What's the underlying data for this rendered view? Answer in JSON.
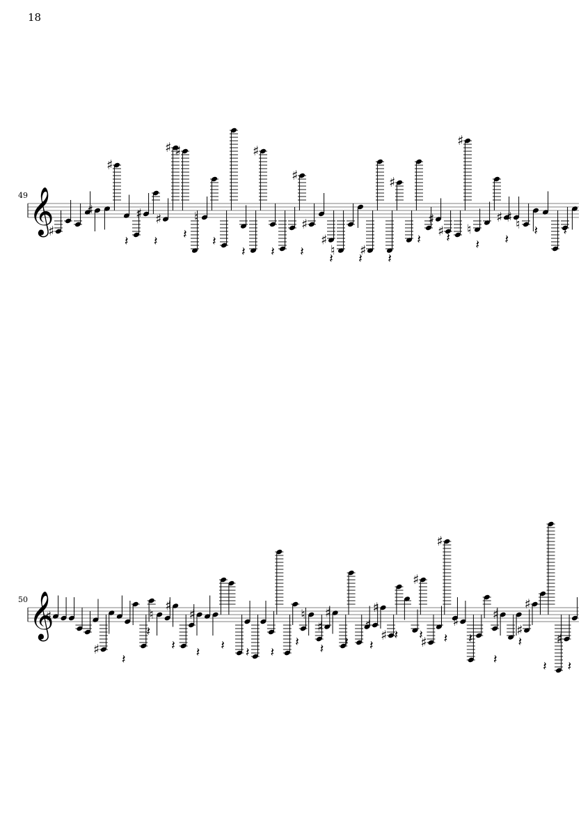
{
  "page_number": "18",
  "systems": [
    {
      "measure_number": "49",
      "clef": "treble",
      "notes": [
        {
          "v": -8,
          "acc": "sharp"
        },
        {
          "v": -2
        },
        {
          "v": -4
        },
        {
          "v": 3
        },
        {
          "v": 4,
          "acc": "sharp"
        },
        {
          "v": 5
        },
        {
          "v": 30,
          "acc": "sharp"
        },
        {
          "v": 1
        },
        {
          "v": -10
        },
        {
          "v": 2,
          "acc": "sharp"
        },
        {
          "v": 14
        },
        {
          "v": -1,
          "acc": "sharp"
        },
        {
          "v": 40,
          "acc": "sharp"
        },
        {
          "v": 38,
          "acc": "sharp"
        },
        {
          "v": -19
        },
        {
          "v": 0,
          "acc": "natural"
        },
        {
          "v": 22
        },
        {
          "v": -16
        },
        {
          "v": 50
        },
        {
          "v": -5
        },
        {
          "v": -19
        },
        {
          "v": 38,
          "acc": "sharp"
        },
        {
          "v": -4
        },
        {
          "v": -18
        },
        {
          "v": -6
        },
        {
          "v": 24,
          "acc": "sharp"
        },
        {
          "v": -4,
          "acc": "sharp"
        },
        {
          "v": 2
        },
        {
          "v": -13,
          "acc": "sharp"
        },
        {
          "v": -19,
          "acc": "natural"
        },
        {
          "v": -4
        },
        {
          "v": 6
        },
        {
          "v": -19,
          "acc": "sharp"
        },
        {
          "v": 32
        },
        {
          "v": -19
        },
        {
          "v": 20,
          "acc": "sharp"
        },
        {
          "v": -13
        },
        {
          "v": 32
        },
        {
          "v": -6
        },
        {
          "v": -1,
          "acc": "sharp"
        },
        {
          "v": -8,
          "acc": "sharp"
        },
        {
          "v": -10
        },
        {
          "v": 44,
          "acc": "sharp"
        },
        {
          "v": -7,
          "acc": "natural"
        },
        {
          "v": -3
        },
        {
          "v": 22
        },
        {
          "v": 0,
          "acc": "sharp"
        },
        {
          "v": 0,
          "acc": "sharp"
        },
        {
          "v": -4,
          "acc": "natural"
        },
        {
          "v": 4
        },
        {
          "v": 3
        },
        {
          "v": -18
        },
        {
          "v": -6
        },
        {
          "v": 5
        }
      ],
      "rests": [
        -16,
        -16,
        -12,
        -16,
        -22,
        -22,
        -22,
        -26,
        -26,
        -26,
        -15,
        -14,
        -18,
        -15,
        -10,
        -10
      ]
    },
    {
      "measure_number": "50",
      "clef": "treble",
      "notes": [
        {
          "v": 3,
          "acc": "sharp"
        },
        {
          "v": 2
        },
        {
          "v": 2
        },
        {
          "v": -4
        },
        {
          "v": -6
        },
        {
          "v": 1
        },
        {
          "v": -16,
          "acc": "sharp"
        },
        {
          "v": 5
        },
        {
          "v": 3
        },
        {
          "v": 0
        },
        {
          "v": 10
        },
        {
          "v": -14
        },
        {
          "v": 12
        },
        {
          "v": 4,
          "acc": "natural"
        },
        {
          "v": 2
        },
        {
          "v": 9,
          "acc": "sharp"
        },
        {
          "v": -14
        },
        {
          "v": -2
        },
        {
          "v": 4,
          "acc": "sharp"
        },
        {
          "v": 3
        },
        {
          "v": 4
        },
        {
          "v": 24
        },
        {
          "v": 22
        },
        {
          "v": -18
        },
        {
          "v": 0
        },
        {
          "v": -20
        },
        {
          "v": 0
        },
        {
          "v": -6
        },
        {
          "v": 40
        },
        {
          "v": -18
        },
        {
          "v": 10
        },
        {
          "v": -4
        },
        {
          "v": 4,
          "acc": "natural"
        },
        {
          "v": -10
        },
        {
          "v": -3,
          "acc": "sharp"
        },
        {
          "v": 5,
          "acc": "sharp"
        },
        {
          "v": -14
        },
        {
          "v": 28
        },
        {
          "v": -12
        },
        {
          "v": -3
        },
        {
          "v": -2,
          "acc": "sharp"
        },
        {
          "v": 8,
          "acc": "sharp"
        },
        {
          "v": -8,
          "acc": "sharp"
        },
        {
          "v": 20
        },
        {
          "v": 13
        },
        {
          "v": -5
        },
        {
          "v": 24,
          "acc": "sharp"
        },
        {
          "v": -12,
          "acc": "sharp"
        },
        {
          "v": -3
        },
        {
          "v": 46,
          "acc": "sharp"
        },
        {
          "v": 2
        },
        {
          "v": 0,
          "acc": "sharp"
        },
        {
          "v": -22
        },
        {
          "v": -8
        },
        {
          "v": 14
        },
        {
          "v": -4
        },
        {
          "v": 4,
          "acc": "sharp"
        },
        {
          "v": -9
        },
        {
          "v": 4
        },
        {
          "v": -5,
          "acc": "sharp"
        },
        {
          "v": 10,
          "acc": "sharp"
        },
        {
          "v": 16
        },
        {
          "v": 56
        },
        {
          "v": -28
        },
        {
          "v": -10,
          "acc": "sharp"
        },
        {
          "v": 2
        }
      ],
      "rests": [
        -24,
        -8,
        -16,
        -20,
        -16,
        -20,
        -20,
        -14,
        -18,
        -14,
        -16,
        -10,
        -10,
        -12,
        -12,
        -24,
        -14,
        -28,
        -28
      ]
    }
  ]
}
